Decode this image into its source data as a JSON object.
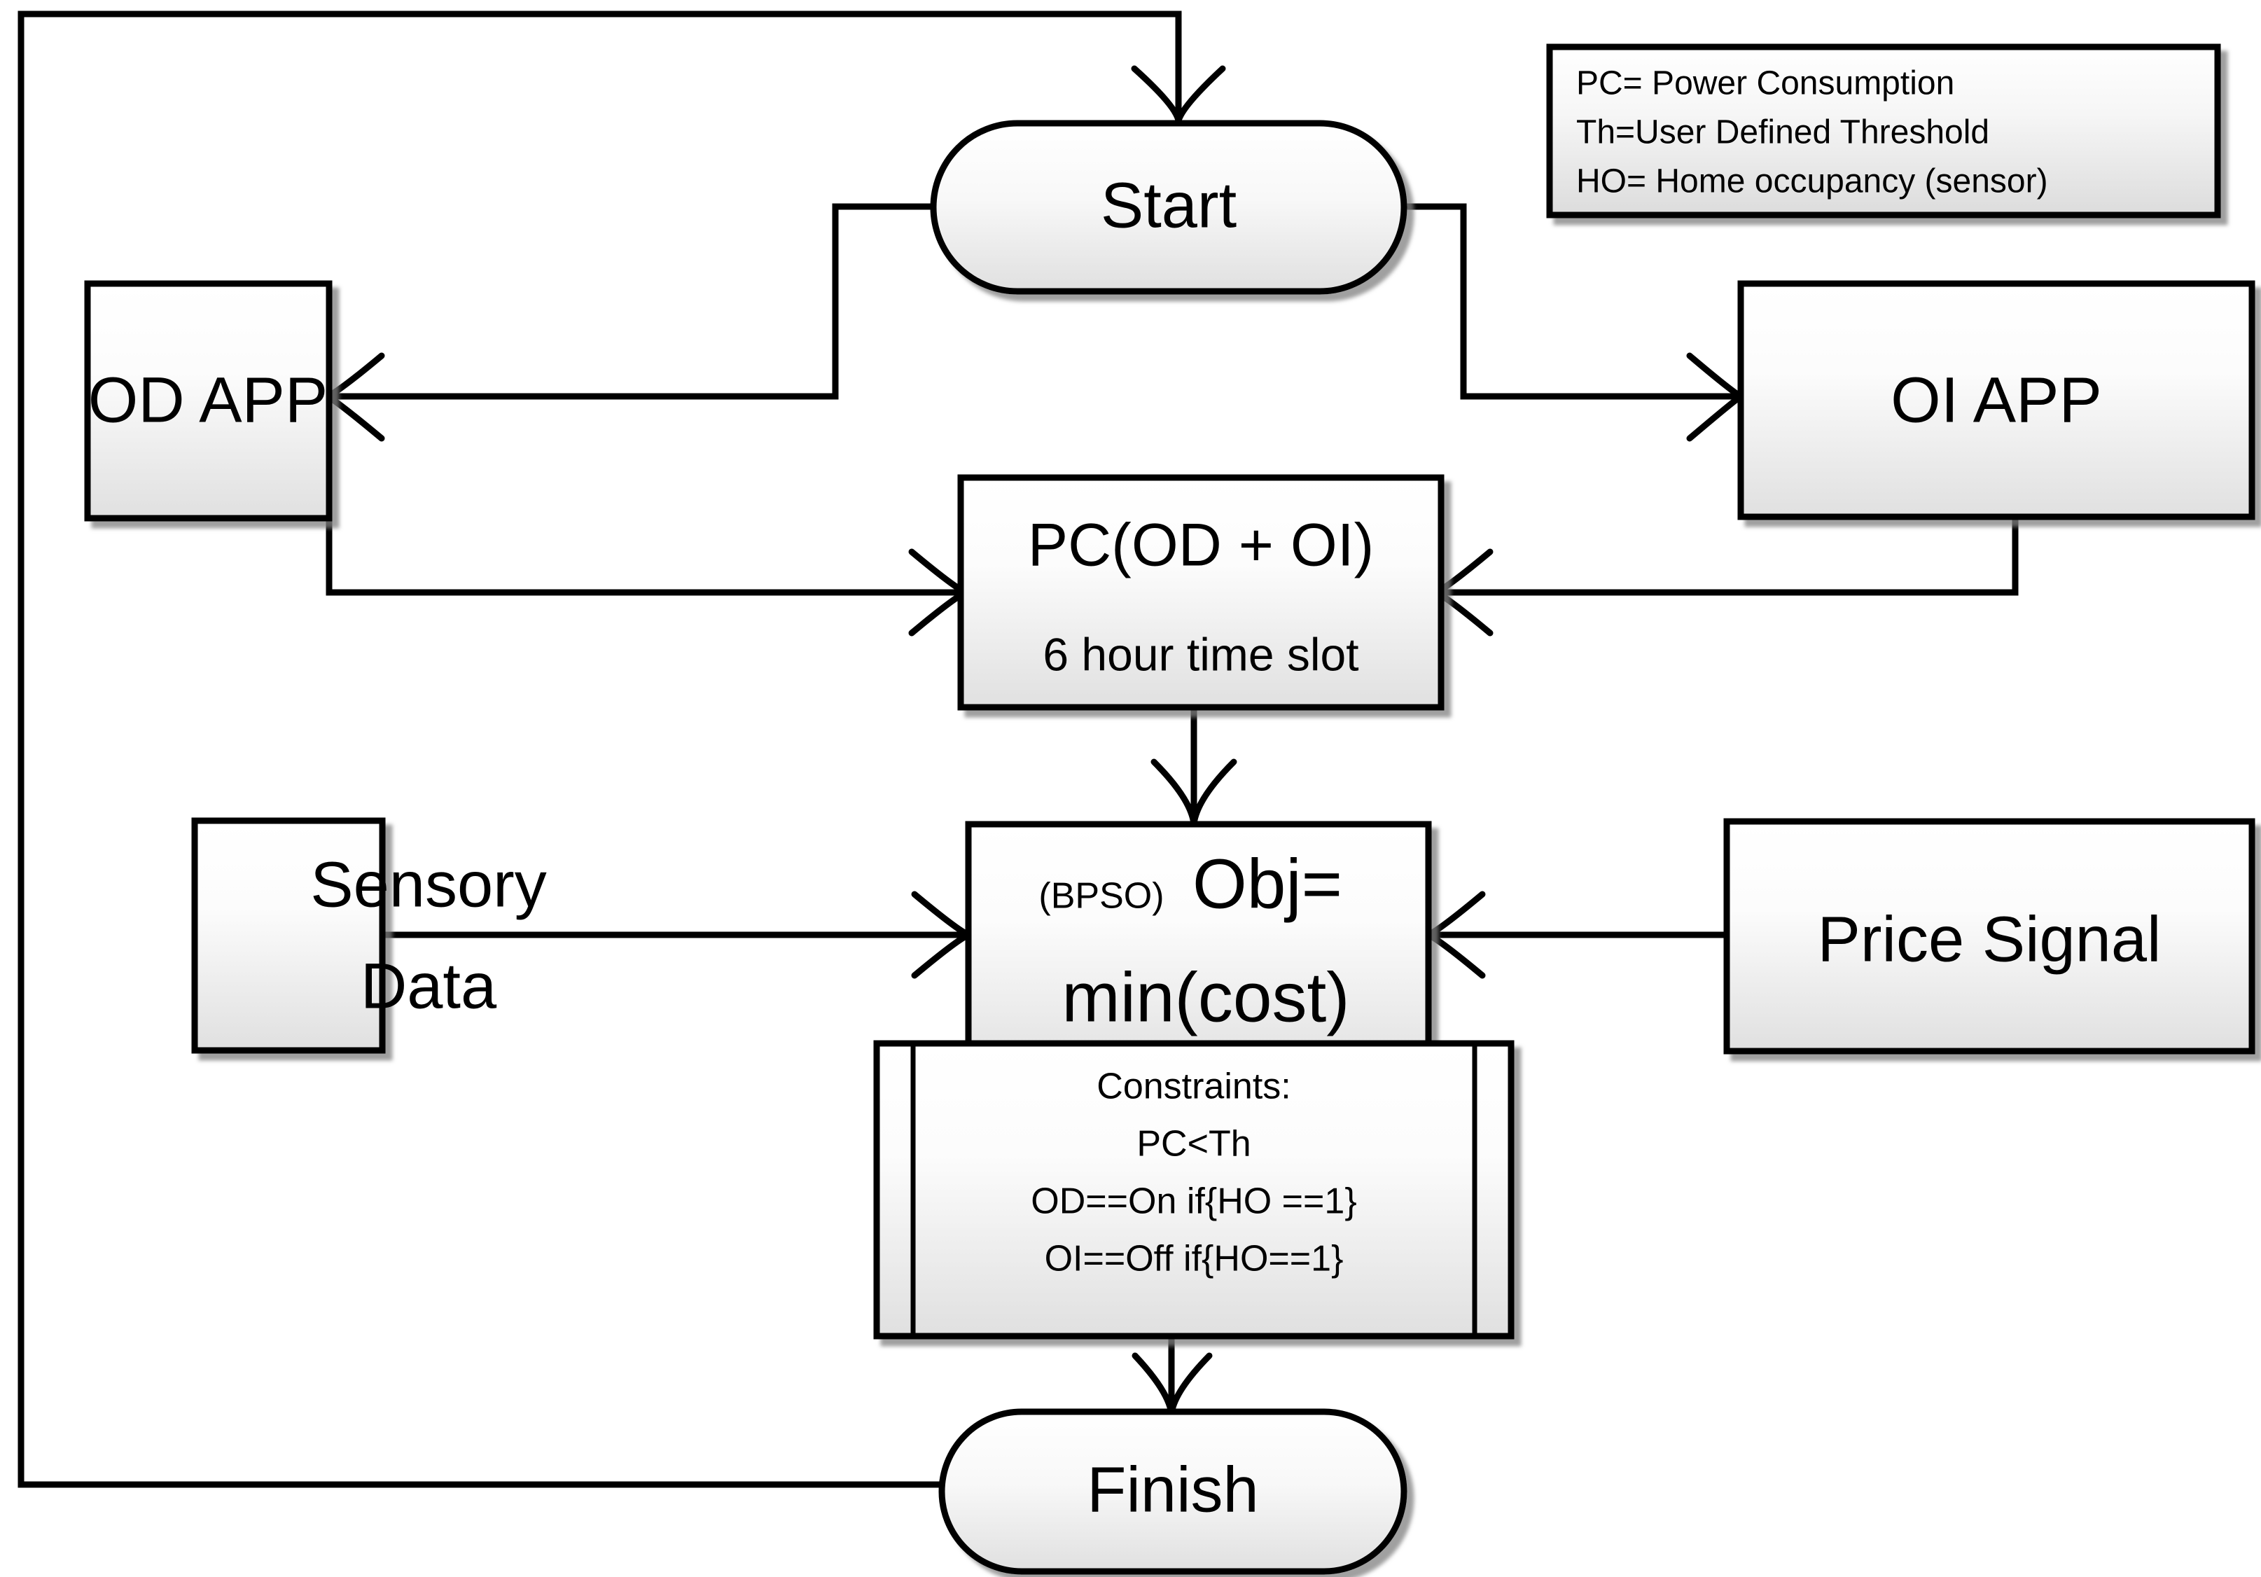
{
  "diagram": {
    "title": "BPSO Home Energy Optimization Flowchart",
    "background_color": "#ffffff",
    "line_color": "#000000",
    "node_fill_top": "#ffffff",
    "node_fill_bottom": "#e2e2e2"
  },
  "nodes": {
    "start": {
      "label": "Start",
      "shape": "terminator"
    },
    "finish": {
      "label": "Finish",
      "shape": "terminator"
    },
    "od_app": {
      "label": "OD APP",
      "shape": "process"
    },
    "oi_app": {
      "label": "OI APP",
      "shape": "process"
    },
    "pc_sum": {
      "label_main": "PC(OD + OI)",
      "label_sub": "6 hour time slot",
      "shape": "process"
    },
    "objective": {
      "label_prefix": "(BPSO)",
      "label_main": "Obj=",
      "label_second": "min(cost)",
      "shape": "process"
    },
    "constraints": {
      "heading": "Constraints:",
      "lines": [
        "PC<Th",
        "OD==On if{HO ==1}",
        "OI==Off if{HO==1}"
      ],
      "shape": "predefined-process"
    },
    "sensory_data": {
      "label_line1": "Sensory",
      "label_line2": "Data",
      "shape": "process"
    },
    "price_signal": {
      "label": "Price Signal",
      "shape": "process"
    }
  },
  "legend": {
    "lines": [
      "PC= Power Consumption",
      "Th=User Defined Threshold",
      "HO= Home occupancy (sensor)"
    ]
  },
  "edges": [
    {
      "from": "finish",
      "to": "start",
      "kind": "feedback-loop"
    },
    {
      "from": "start",
      "to": "od_app",
      "kind": "arrow"
    },
    {
      "from": "start",
      "to": "oi_app",
      "kind": "arrow"
    },
    {
      "from": "od_app",
      "to": "pc_sum",
      "kind": "arrow"
    },
    {
      "from": "oi_app",
      "to": "pc_sum",
      "kind": "arrow"
    },
    {
      "from": "pc_sum",
      "to": "objective",
      "kind": "arrow"
    },
    {
      "from": "sensory_data",
      "to": "objective",
      "kind": "arrow"
    },
    {
      "from": "price_signal",
      "to": "objective",
      "kind": "arrow"
    },
    {
      "from": "constraints",
      "to": "finish",
      "kind": "arrow"
    }
  ]
}
